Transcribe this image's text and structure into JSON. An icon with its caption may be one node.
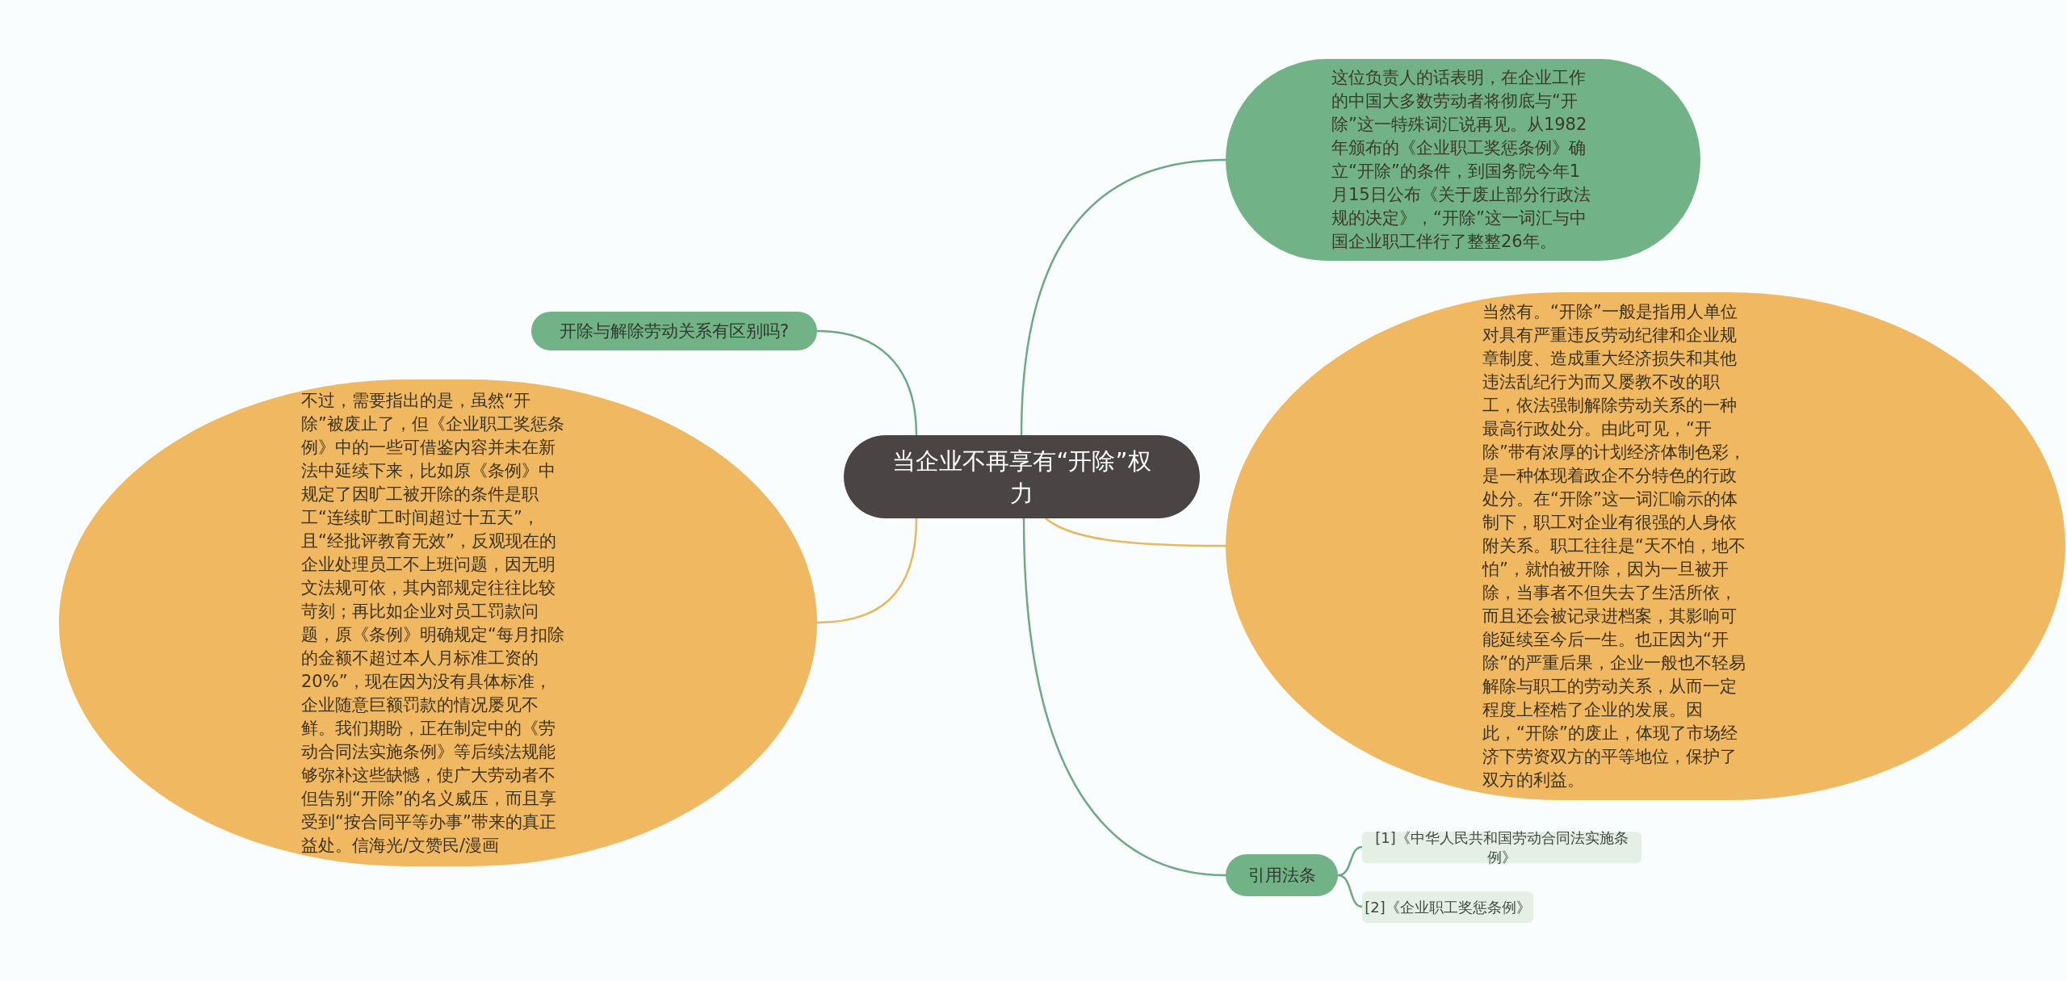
{
  "diagram": {
    "nodes": [
      {
        "text": [
          "当企业不再享有“开除”权力"
        ]
      },
      {
        "text": [
          "这位负责人的话表明，在企业工作的中国大多数劳动者将彻底与“开除”这一特殊词汇说再见。从1982年颁布的《企业职工奖惩条例》确立“开除”的条件，到国务院今年1月15日公布《关于废止部分行政法规的决定》，“开除”这一词汇与中国企业职工伴行了整整26年。"
        ]
      },
      {
        "text": [
          "开除与解除劳动关系有区别吗?"
        ]
      },
      {
        "text": [
          "不过，需要指出的是，虽然“开除”被废止了，但《企业职工奖惩条例》中的一些可借鉴内容并未在新法中延续下来，比如原《条例》中规定了因旷工被开除的条件是职工“连续旷工时间超过十五天”，且“经批评教育无效”，反观现在的企业处理员工不上班问题，因无明文法规可依，其内部规定往往比较苛刻；再比如企业对员工罚款问题，原《条例》明确规定“每月扣除的金额不超过本人月标准工资的20%”，现在因为没有具体标准，企业随意巨额罚款的情况屡见不鲜。我们期盼，正在制定中的《劳动合同法实施条例》等后续法规能够弥补这些缺憾，使广大劳动者不但告别“开除”的名义威压，而且享受到“按合同平等办事”带来的真正益处。信海光/文赞民/漫画"
        ]
      },
      {
        "text": [
          "当然有。“开除”一般是指用人单位对具有严重违反劳动纪律和企业规章制度、造成重大经济损失和其他违法乱纪行为而又屡教不改的职工，依法强制解除劳动关系的一种最高行政处分。由此可见，“开除”带有浓厚的计划经济体制色彩，是一种体现着政企不分特色的行政处分。在“开除”这一词汇喻示的体制下，职工对企业有很强的人身依附关系。职工往往是“天不怕，地不怕”，就怕被开除，因为一旦被开除，当事者不但失去了生活所依，而且还会被记录进档案，其影响可能延续至今后一生。也正因为“开除”的严重后果，企业一般也不轻易解除与职工的劳动关系，从而一定程度上桎梏了企业的发展。因此，“开除”的废止，体现了市场经济下劳资双方的平等地位，保护了双方的利益。"
        ]
      },
      {
        "text": [
          "引用法条"
        ]
      },
      {
        "text": [
          "[1]《中华人民共和国劳动合同法实施条例》"
        ]
      },
      {
        "text": [
          "[2]《企业职工奖惩条例》"
        ]
      }
    ],
    "edges": [
      {
        "from": 0,
        "to": 1,
        "arrow": "none"
      },
      {
        "from": 0,
        "to": 2,
        "arrow": "none"
      },
      {
        "from": 0,
        "to": 3,
        "arrow": "none",
        "color": "#e9b75e"
      },
      {
        "from": 0,
        "to": 4,
        "arrow": "none",
        "color": "#e9b75e"
      },
      {
        "from": 0,
        "to": 5,
        "arrow": "none"
      },
      {
        "from": 5,
        "to": 6,
        "arrow": "none"
      },
      {
        "from": 5,
        "to": 7,
        "arrow": "none"
      }
    ]
  }
}
